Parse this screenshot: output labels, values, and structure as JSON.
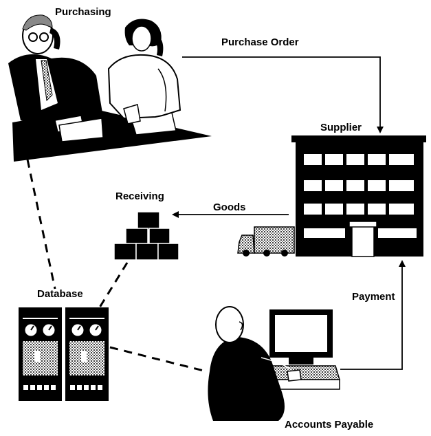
{
  "diagram": {
    "labels": {
      "purchasing": "Purchasing",
      "purchase_order": "Purchase Order",
      "supplier": "Supplier",
      "receiving": "Receiving",
      "goods": "Goods",
      "database": "Database",
      "payment": "Payment",
      "accounts_payable": "Accounts Payable"
    },
    "flows": [
      {
        "from": "Purchasing",
        "to": "Supplier",
        "label": "Purchase Order",
        "style": "solid-arrow"
      },
      {
        "from": "Supplier",
        "to": "Receiving",
        "label": "Goods",
        "style": "solid-arrow"
      },
      {
        "from": "Accounts Payable",
        "to": "Supplier",
        "label": "Payment",
        "style": "solid-arrow"
      },
      {
        "from": "Purchasing",
        "to": "Database",
        "label": "",
        "style": "dashed"
      },
      {
        "from": "Receiving",
        "to": "Database",
        "label": "",
        "style": "dashed"
      },
      {
        "from": "Accounts Payable",
        "to": "Database",
        "label": "",
        "style": "dashed"
      }
    ],
    "colors": {
      "ink": "#000000",
      "paper": "#ffffff",
      "shade": "#777777"
    }
  }
}
